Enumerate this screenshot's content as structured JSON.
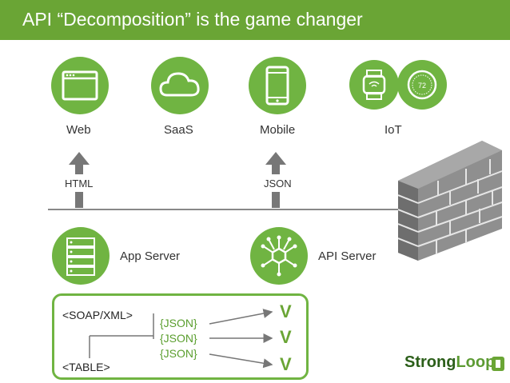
{
  "title": "API “Decomposition”  is the game changer",
  "clients": {
    "web": "Web",
    "saas": "SaaS",
    "mobile": "Mobile",
    "iot": "IoT",
    "thermostat_value": "72"
  },
  "flows": {
    "html": "HTML",
    "json": "JSON"
  },
  "servers": {
    "app": "App Server",
    "api": "API Server"
  },
  "decomposition": {
    "soap": "<SOAP/XML>",
    "table": "<TABLE>",
    "json_items": [
      "{JSON}",
      "{JSON}",
      "{JSON}"
    ],
    "check_marks": [
      "V",
      "V",
      "V"
    ]
  },
  "logo": {
    "strong": "Strong",
    "loop": "Loop"
  },
  "colors": {
    "accent": "#6aa535",
    "icon_green": "#70b442",
    "arrow_gray": "#777777",
    "brick": "#8a8a8a"
  }
}
